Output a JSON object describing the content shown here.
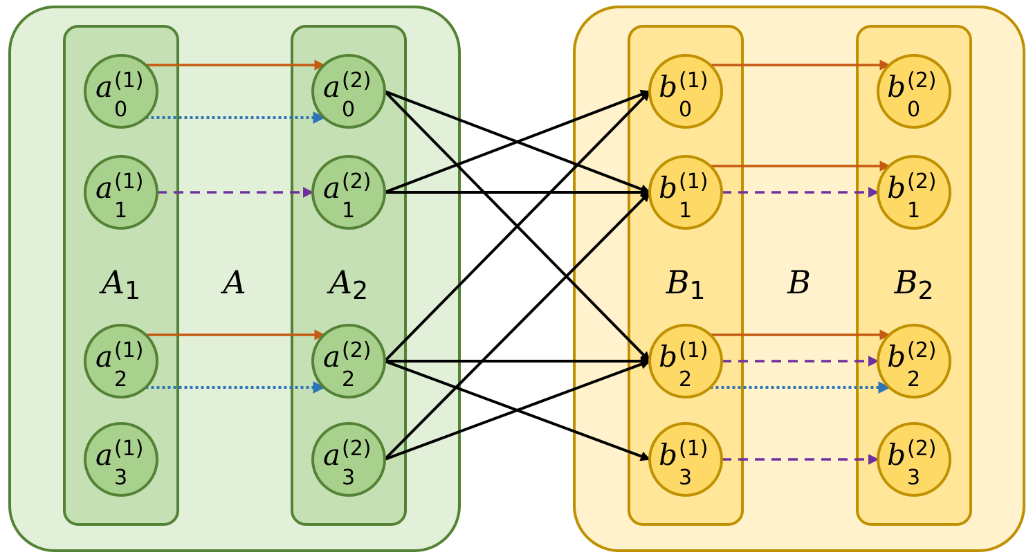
{
  "colors": {
    "group_a_fill": "#e2efd9",
    "group_a_stroke": "#548235",
    "column_a_fill": "#c5e0b4",
    "node_a_fill": "#a9d18e",
    "group_b_fill": "#fff2cc",
    "group_b_stroke": "#bf9000",
    "column_b_fill": "#ffe699",
    "node_b_fill": "#ffd966",
    "solid_edge": "#c55a11",
    "dotted_edge": "#2e75b6",
    "dashed_edge": "#7030a0",
    "cross_edge": "#000000"
  },
  "labels": {
    "A": "A",
    "A1": {
      "base": "A",
      "sub": "1"
    },
    "A2": {
      "base": "A",
      "sub": "2"
    },
    "B": "B",
    "B1": {
      "base": "B",
      "sub": "1"
    },
    "B2": {
      "base": "B",
      "sub": "2"
    }
  },
  "nodes": [
    {
      "id": "a0_1",
      "base": "a",
      "sub": "0",
      "sup": "(1)"
    },
    {
      "id": "a1_1",
      "base": "a",
      "sub": "1",
      "sup": "(1)"
    },
    {
      "id": "a2_1",
      "base": "a",
      "sub": "2",
      "sup": "(1)"
    },
    {
      "id": "a3_1",
      "base": "a",
      "sub": "3",
      "sup": "(1)"
    },
    {
      "id": "a0_2",
      "base": "a",
      "sub": "0",
      "sup": "(2)"
    },
    {
      "id": "a1_2",
      "base": "a",
      "sub": "1",
      "sup": "(2)"
    },
    {
      "id": "a2_2",
      "base": "a",
      "sub": "2",
      "sup": "(2)"
    },
    {
      "id": "a3_2",
      "base": "a",
      "sub": "3",
      "sup": "(2)"
    },
    {
      "id": "b0_1",
      "base": "b",
      "sub": "0",
      "sup": "(1)"
    },
    {
      "id": "b1_1",
      "base": "b",
      "sub": "1",
      "sup": "(1)"
    },
    {
      "id": "b2_1",
      "base": "b",
      "sub": "2",
      "sup": "(1)"
    },
    {
      "id": "b3_1",
      "base": "b",
      "sub": "3",
      "sup": "(1)"
    },
    {
      "id": "b0_2",
      "base": "b",
      "sub": "0",
      "sup": "(2)"
    },
    {
      "id": "b1_2",
      "base": "b",
      "sub": "1",
      "sup": "(2)"
    },
    {
      "id": "b2_2",
      "base": "b",
      "sub": "2",
      "sup": "(2)"
    },
    {
      "id": "b3_2",
      "base": "b",
      "sub": "3",
      "sup": "(2)"
    }
  ],
  "edges": [
    {
      "from": "a0_1",
      "to": "a0_2",
      "style": "solid"
    },
    {
      "from": "a0_1",
      "to": "a0_2",
      "style": "dotted"
    },
    {
      "from": "a1_1",
      "to": "a1_2",
      "style": "dashed"
    },
    {
      "from": "a2_1",
      "to": "a2_2",
      "style": "solid"
    },
    {
      "from": "a2_1",
      "to": "a2_2",
      "style": "dotted"
    },
    {
      "from": "a0_2",
      "to": "b1_1",
      "style": "cross"
    },
    {
      "from": "a0_2",
      "to": "b2_1",
      "style": "cross"
    },
    {
      "from": "a1_2",
      "to": "b0_1",
      "style": "cross"
    },
    {
      "from": "a1_2",
      "to": "b1_1",
      "style": "cross"
    },
    {
      "from": "a2_2",
      "to": "b0_1",
      "style": "cross"
    },
    {
      "from": "a2_2",
      "to": "b2_1",
      "style": "cross"
    },
    {
      "from": "a2_2",
      "to": "b3_1",
      "style": "cross"
    },
    {
      "from": "a3_2",
      "to": "b1_1",
      "style": "cross"
    },
    {
      "from": "a3_2",
      "to": "b2_1",
      "style": "cross"
    },
    {
      "from": "b0_1",
      "to": "b0_2",
      "style": "solid"
    },
    {
      "from": "b1_1",
      "to": "b1_2",
      "style": "solid"
    },
    {
      "from": "b1_1",
      "to": "b1_2",
      "style": "dashed"
    },
    {
      "from": "b2_1",
      "to": "b2_2",
      "style": "solid"
    },
    {
      "from": "b2_1",
      "to": "b2_2",
      "style": "dashed"
    },
    {
      "from": "b2_1",
      "to": "b2_2",
      "style": "dotted"
    },
    {
      "from": "b3_1",
      "to": "b3_2",
      "style": "dashed"
    }
  ]
}
